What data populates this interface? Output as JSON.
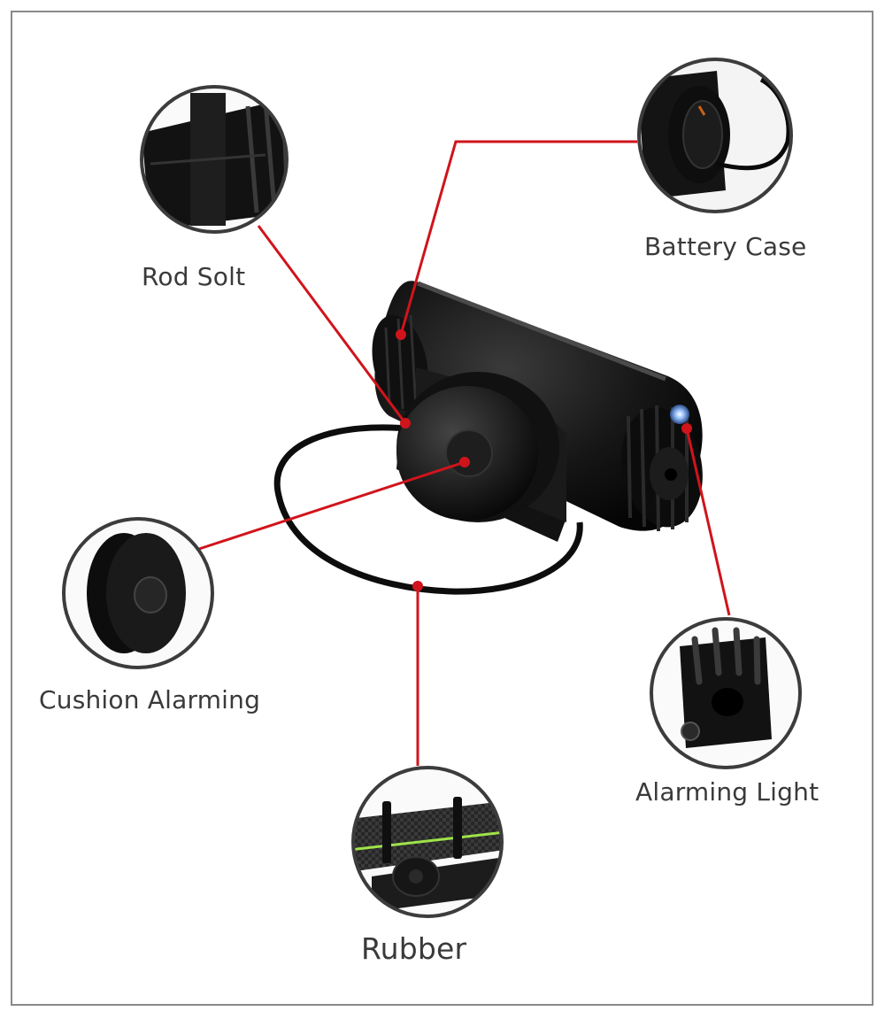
{
  "callouts": {
    "rod_slot": "Rod Solt",
    "battery_case": "Battery Case",
    "cushion_alarming": "Cushion Alarming",
    "alarming_light": "Alarming Light",
    "rubber": "Rubber"
  },
  "colors": {
    "leader_line": "#d0141c",
    "frame": "#8a8a8a",
    "device_body": "#151515",
    "indicator_led": "#7fb2ff"
  }
}
